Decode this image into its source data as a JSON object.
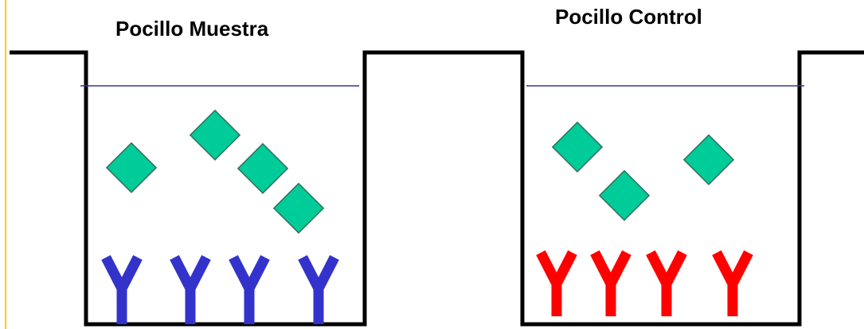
{
  "wells": {
    "sample": {
      "label": "Pocillo Muestra",
      "antibody_color": "#3333cc",
      "antigen_count": 4,
      "antibody_count": 4
    },
    "control": {
      "label": "Pocillo Control",
      "antibody_color": "#ff0000",
      "antigen_count": 3,
      "antibody_count": 4
    }
  },
  "colors": {
    "antigen_fill": "#00cc99",
    "antigen_stroke": "#2f6f5a",
    "liquid_line": "#333399",
    "plate_outline": "#000000",
    "left_margin_band": "#ffcc00"
  }
}
